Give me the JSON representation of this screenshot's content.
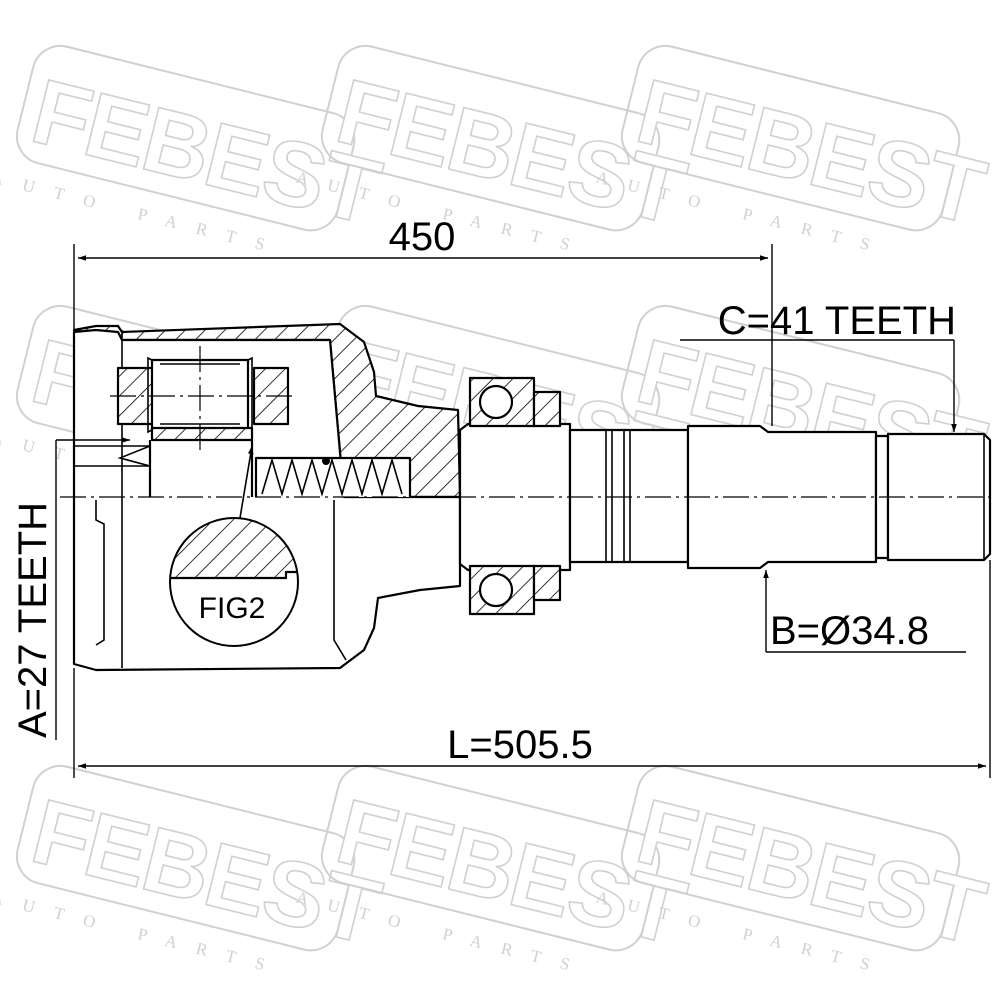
{
  "watermark": {
    "brand": "FEBEST",
    "tagline": "AUTO PARTS"
  },
  "dimensions": {
    "overall_spline_length": "450",
    "total_length": "L=505.5",
    "outer_spline_teeth": "C=41 TEETH",
    "inner_spline_teeth": "A=27 TEETH",
    "shaft_diameter": "B=Ø34.8"
  },
  "figure_label": "FIG2",
  "colors": {
    "line": "#000000",
    "watermark": "#d0d0d0",
    "background": "#ffffff"
  }
}
